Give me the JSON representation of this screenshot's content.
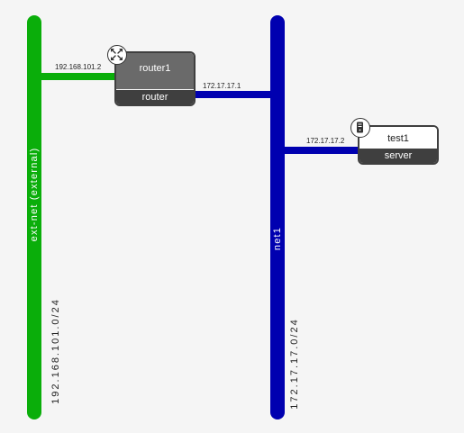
{
  "networks": {
    "external": {
      "name": "ext-net (external)",
      "cidr": "192.168.101.0/24",
      "color": "#0aae0a"
    },
    "internal": {
      "name": "net1",
      "cidr": "172.17.17.0/24",
      "color": "#0000b0"
    }
  },
  "router": {
    "name": "router1",
    "type": "router",
    "icon": "router-arrows-icon",
    "external_ip": "192.168.101.2",
    "internal_ip": "172.17.17.1"
  },
  "server": {
    "name": "test1",
    "type": "server",
    "icon": "server-icon",
    "ip": "172.17.17.2"
  }
}
